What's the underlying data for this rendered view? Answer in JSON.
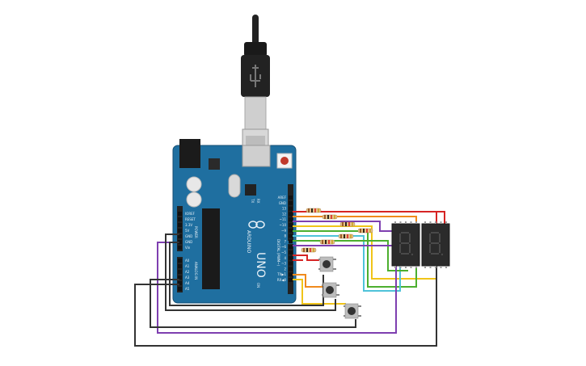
{
  "board": {
    "brand": "ARDUINO",
    "model": "UNO",
    "tx_label": "TX",
    "rx_label": "RX",
    "on_label": "ON",
    "power_label": "POWER",
    "analog_label": "ANALOG IN",
    "digital_label": "DIGITAL (PWM~)",
    "power_pins": [
      "IOREF",
      "RESET",
      "3.3V",
      "5V",
      "GND",
      "GND",
      "Vin"
    ],
    "analog_pins": [
      "A0",
      "A1",
      "A2",
      "A3",
      "A4",
      "A5"
    ],
    "digital_pins": [
      "AREF",
      "GND",
      "13",
      "12",
      "~11",
      "~10",
      "~9",
      "8",
      "7",
      "~6",
      "~5",
      "4",
      "~3",
      "2",
      "TX▶1",
      "RX◀0"
    ]
  },
  "colors": {
    "board": "#1f6fa0",
    "board_edge": "#174f74",
    "silk": "#e8f1f7",
    "header": "#222222",
    "wire_black": "#333333",
    "red": "#d62424",
    "orange": "#f08a1c",
    "yellow": "#f0c419",
    "green": "#4caf2f",
    "cyan": "#4fc3d9",
    "purple": "#7e3fb0",
    "display": "#2b2b2b",
    "segment_off": "#3c3c3c"
  },
  "components": {
    "usb_cable": "usb-cable",
    "resistors": [
      "r1",
      "r2",
      "r3",
      "r4",
      "r5",
      "r6",
      "r7"
    ],
    "displays": [
      "seven-seg-1",
      "seven-seg-2"
    ],
    "buttons": [
      "pushbutton-1",
      "pushbutton-2",
      "pushbutton-3"
    ]
  }
}
